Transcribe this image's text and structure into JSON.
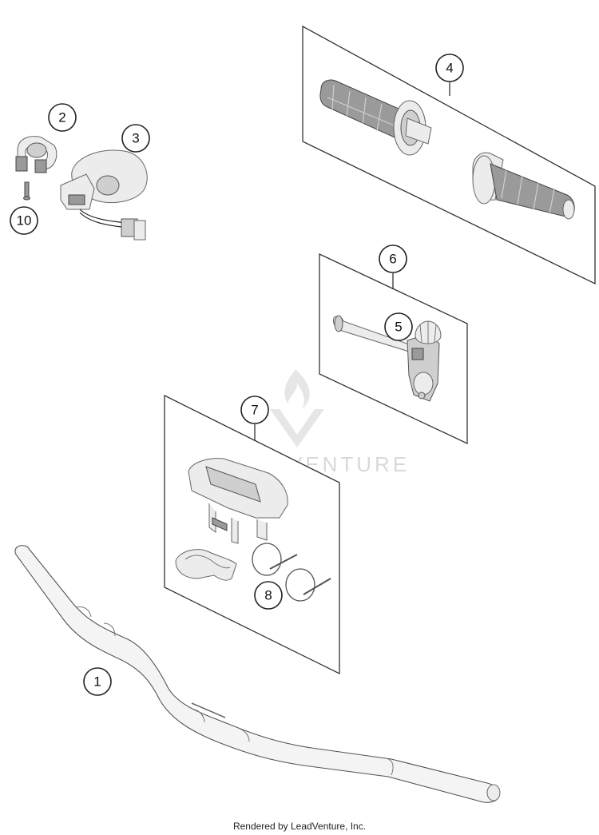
{
  "callouts": [
    {
      "number": "1"
    },
    {
      "number": "2"
    },
    {
      "number": "3"
    },
    {
      "number": "4"
    },
    {
      "number": "5"
    },
    {
      "number": "6"
    },
    {
      "number": "7"
    },
    {
      "number": "8"
    },
    {
      "number": "10"
    }
  ],
  "watermark": "ADVENTURE",
  "footer": "Rendered by LeadVenture, Inc.",
  "colors": {
    "line": "#222222",
    "part_fill": "#cfcfcf",
    "watermark": "#d9d9d9"
  }
}
